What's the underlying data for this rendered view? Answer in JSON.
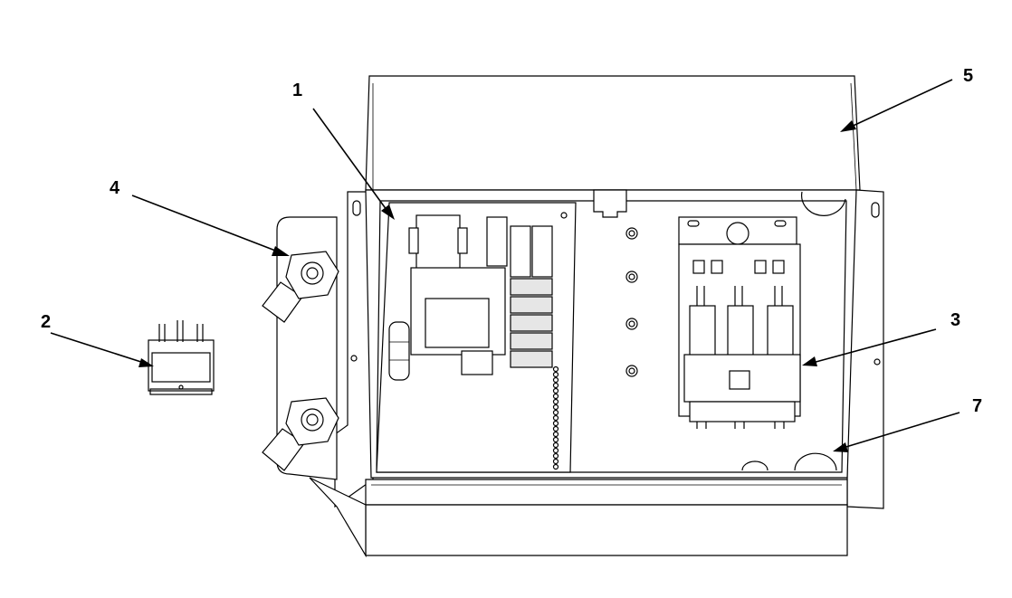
{
  "callouts": [
    {
      "id": "1",
      "label": "1"
    },
    {
      "id": "2",
      "label": "2"
    },
    {
      "id": "3",
      "label": "3"
    },
    {
      "id": "4",
      "label": "4"
    },
    {
      "id": "5",
      "label": "5"
    },
    {
      "id": "7",
      "label": "7"
    }
  ]
}
